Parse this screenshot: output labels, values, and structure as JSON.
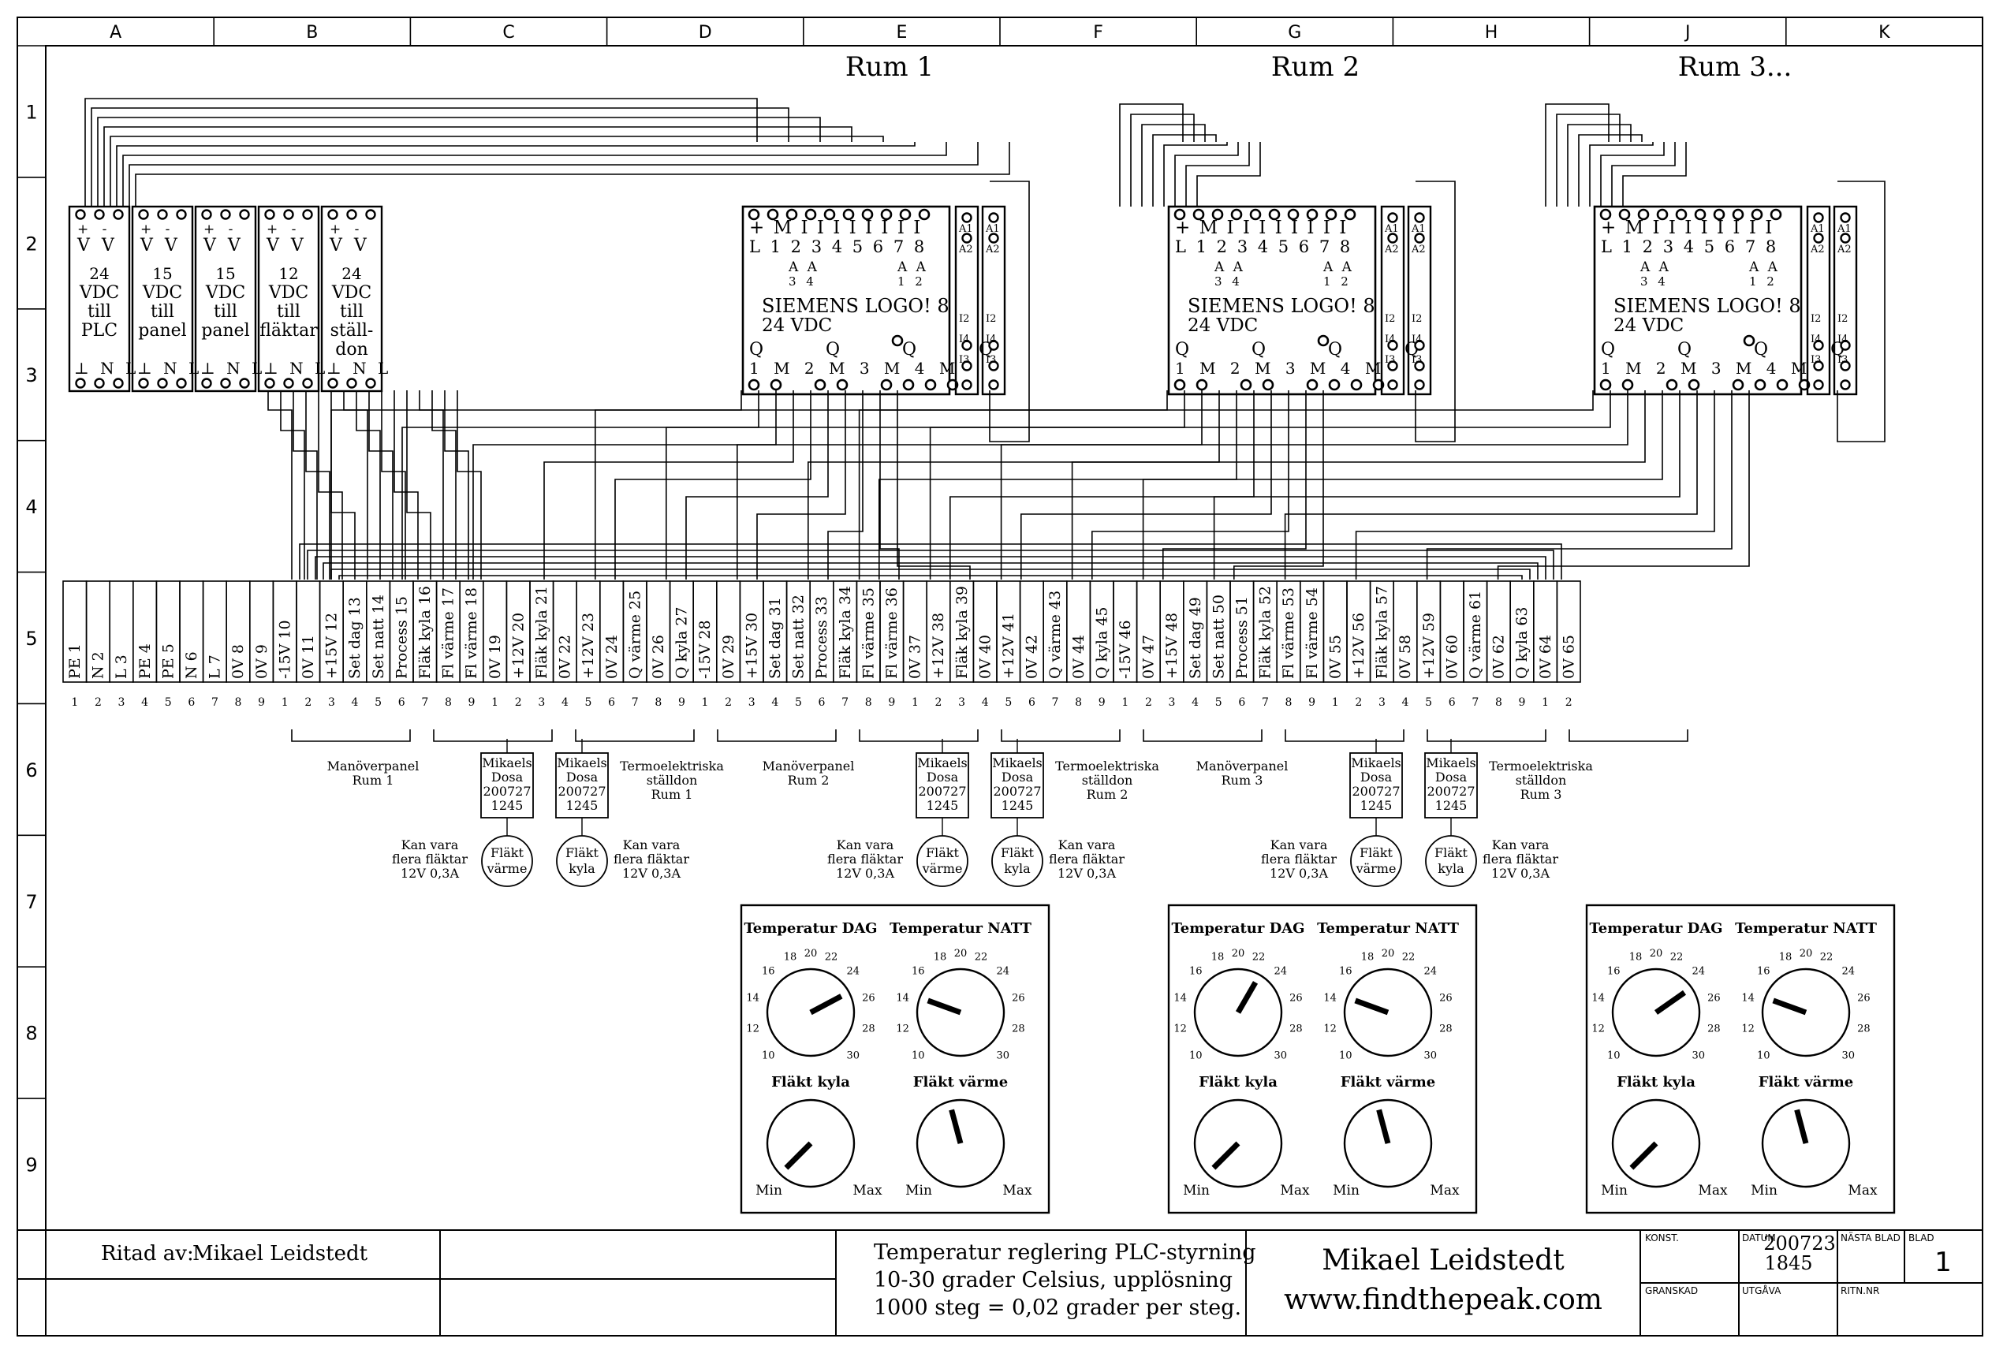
{
  "columns": [
    "A",
    "B",
    "C",
    "D",
    "E",
    "F",
    "G",
    "H",
    "J",
    "K"
  ],
  "rows": [
    "1",
    "2",
    "3",
    "4",
    "5",
    "6",
    "7",
    "8",
    "9"
  ],
  "rooms": [
    "Rum 1",
    "Rum 2",
    "Rum 3..."
  ],
  "supplies": [
    {
      "top": "+ -",
      "v": "V V",
      "l1": "24",
      "l2": "VDC",
      "l3": "till",
      "l4": "PLC",
      "bottom": "⊥ N L"
    },
    {
      "top": "+ -",
      "v": "V V",
      "l1": "15",
      "l2": "VDC",
      "l3": "till",
      "l4": "panel",
      "bottom": "⊥ N L"
    },
    {
      "top": "+ -",
      "v": "V V",
      "l1": "15",
      "l2": "VDC",
      "l3": "till",
      "l4": "panel",
      "bottom": "⊥ N L"
    },
    {
      "top": "+ -",
      "v": "V V",
      "l1": "12",
      "l2": "VDC",
      "l3": "till",
      "l4": "fläktar",
      "bottom": "⊥ N L"
    },
    {
      "top": "+ -",
      "v": "V V",
      "l1": "24",
      "l2": "VDC",
      "l3": "till",
      "l4": "ställ-",
      "l5": "don",
      "bottom": "⊥ N L"
    }
  ],
  "plc": {
    "top_pins": "+ M I I I I I I I I",
    "top_pins2": "L   1 2 3 4 5 6 7 8",
    "analog_a": "A A",
    "analog_a2": "3 4",
    "analog_b": "A A",
    "analog_b2": "1 2",
    "name": "SIEMENS LOGO! 8",
    "voltage": "24 VDC",
    "q_outputs": "Q   Q   Q   Q",
    "q_numbers": "1 M   2 M   3 M   4 M",
    "aux": [
      "A1",
      "A2",
      "I2",
      "I4",
      "I3"
    ]
  },
  "terminals": [
    "PE 1",
    "N 2",
    "L 3",
    "PE 4",
    "PE 5",
    "N 6",
    "L 7",
    "0V 8",
    "0V 9",
    "-15V 10",
    "0V 11",
    "+15V 12",
    "Set dag 13",
    "Set natt 14",
    "Process 15",
    "Fläk kyla 16",
    "Fl värme 17",
    "Fl värme 18",
    "0V 19",
    "+12V 20",
    "Fläk kyla 21",
    "0V 22",
    "+12V 23",
    "0V 24",
    "Q värme 25",
    "0V 26",
    "Q kyla 27",
    "-15V 28",
    "0V 29",
    "+15V 30",
    "Set dag 31",
    "Set natt 32",
    "Process 33",
    "Fläk kyla 34",
    "Fl värme 35",
    "Fl värme 36",
    "0V 37",
    "+12V 38",
    "Fläk kyla 39",
    "0V 40",
    "+12V 41",
    "0V 42",
    "Q värme 43",
    "0V 44",
    "Q kyla 45",
    "-15V 46",
    "0V 47",
    "+15V 48",
    "Set dag 49",
    "Set natt 50",
    "Process 51",
    "Fläk kyla 52",
    "Fl värme 53",
    "Fl värme 54",
    "0V 55",
    "+12V 56",
    "Fläk kyla 57",
    "0V 58",
    "+12V 59",
    "0V 60",
    "Q värme 61",
    "0V 62",
    "Q kyla 63",
    "0V 64",
    "0V 65"
  ],
  "room_blocks": [
    {
      "panel": "Manöverpanel",
      "panel_room": "Rum 1",
      "dose1": [
        "Mikaels",
        "Dosa",
        "200727",
        "1245"
      ],
      "dose2": [
        "Mikaels",
        "Dosa",
        "200727",
        "1245"
      ],
      "act": "Termoelektriska",
      "act2": "ställdon",
      "act_room": "Rum 1",
      "note": [
        "Kan vara",
        "flera fläktar",
        "12V 0,3A"
      ],
      "note2": [
        "Kan vara",
        "flera fläktar",
        "12V 0,3A"
      ],
      "fan1": [
        "Fläkt",
        "värme"
      ],
      "fan2": [
        "Fläkt",
        "kyla"
      ]
    },
    {
      "panel": "Manöverpanel",
      "panel_room": "Rum 2",
      "dose1": [
        "Mikaels",
        "Dosa",
        "200727",
        "1245"
      ],
      "dose2": [
        "Mikaels",
        "Dosa",
        "200727",
        "1245"
      ],
      "act": "Termoelektriska",
      "act2": "ställdon",
      "act_room": "Rum 2",
      "note": [
        "Kan vara",
        "flera fläktar",
        "12V 0,3A"
      ],
      "note2": [
        "Kan vara",
        "flera fläktar",
        "12V 0,3A"
      ],
      "fan1": [
        "Fläkt",
        "värme"
      ],
      "fan2": [
        "Fläkt",
        "kyla"
      ]
    },
    {
      "panel": "Manöverpanel",
      "panel_room": "Rum 3",
      "dose1": [
        "Mikaels",
        "Dosa",
        "200727",
        "1245"
      ],
      "dose2": [
        "Mikaels",
        "Dosa",
        "200727",
        "1245"
      ],
      "act": "Termoelektriska",
      "act2": "ställdon",
      "act_room": "Rum 3",
      "note": [
        "Kan vara",
        "flera fläktar",
        "12V 0,3A"
      ],
      "note2": [
        "Kan vara",
        "flera fläktar",
        "12V 0,3A"
      ],
      "fan1": [
        "Fläkt",
        "värme"
      ],
      "fan2": [
        "Fläkt",
        "kyla"
      ]
    }
  ],
  "panel": {
    "temp_day": "Temperatur DAG",
    "temp_night": "Temperatur NATT",
    "fan_cool": "Fläkt kyla",
    "fan_heat": "Fläkt värme",
    "scale": [
      "10",
      "12",
      "14",
      "16",
      "18",
      "20",
      "22",
      "24",
      "26",
      "28",
      "30"
    ],
    "min": "Min",
    "max": "Max"
  },
  "title_block": {
    "drawn_by_label": "Ritad av:",
    "drawn_by": "Mikael Leidstedt",
    "title1": "Temperatur reglering PLC-styrning",
    "title2": "10-30 grader Celsius, upplösning",
    "title3": "1000 steg = 0,02 grader per steg.",
    "company": "Mikael Leidstedt",
    "website": "www.findthepeak.com",
    "konst": "KONST.",
    "datum": "DATUM",
    "datum_value": "200723",
    "datum_time": "1845",
    "nasta_blad": "NÄSTA BLAD",
    "blad": "BLAD",
    "blad_value": "1",
    "granskad": "GRANSKAD",
    "utgava": "UTGÅVA",
    "ritn_nr": "RITN.NR"
  }
}
